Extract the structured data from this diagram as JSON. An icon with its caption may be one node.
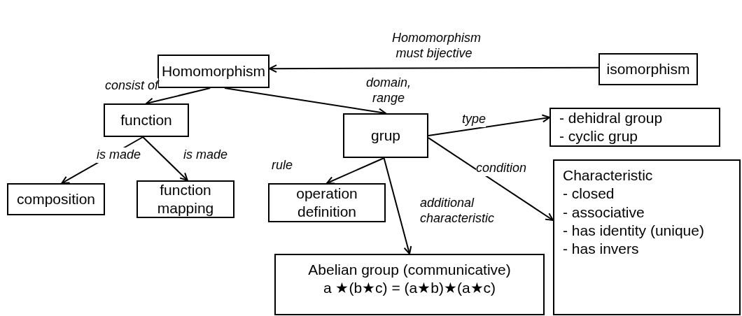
{
  "diagram": {
    "nodes": [
      {
        "text": [
          "Homomorphism"
        ]
      },
      {
        "text": [
          "isomorphism"
        ]
      },
      {
        "text": [
          "function"
        ]
      },
      {
        "text": [
          "grup"
        ]
      },
      {
        "text": [
          "- dehidral group",
          "- cyclic grup"
        ]
      },
      {
        "text": [
          "composition"
        ]
      },
      {
        "text": [
          "function mapping"
        ]
      },
      {
        "text": [
          "operation definition"
        ]
      },
      {
        "text": [
          "Abelian group (communicative)",
          "a ★(b★c) = (a★b)★(a★c)"
        ]
      },
      {
        "text": [
          "Characteristic",
          "- closed",
          "- associative",
          "- has identity (unique)",
          "- has invers"
        ]
      }
    ],
    "edges": [
      {
        "from": 1,
        "to": 0,
        "arrow": "to",
        "label": "Homomorphism must bijective"
      },
      {
        "from": 0,
        "to": 2,
        "arrow": "to",
        "label": "consist of"
      },
      {
        "from": 0,
        "to": 3,
        "arrow": "to",
        "label": "domain, range"
      },
      {
        "from": 3,
        "to": 4,
        "arrow": "to",
        "label": "type"
      },
      {
        "from": 3,
        "to": 9,
        "arrow": "to",
        "label": "condition"
      },
      {
        "from": 2,
        "to": 5,
        "arrow": "to",
        "label": "is made"
      },
      {
        "from": 2,
        "to": 6,
        "arrow": "to",
        "label": "is made"
      },
      {
        "from": 3,
        "to": 7,
        "arrow": "to",
        "label": "rule"
      },
      {
        "from": 3,
        "to": 8,
        "arrow": "to",
        "label": "additional characteristic"
      }
    ]
  }
}
